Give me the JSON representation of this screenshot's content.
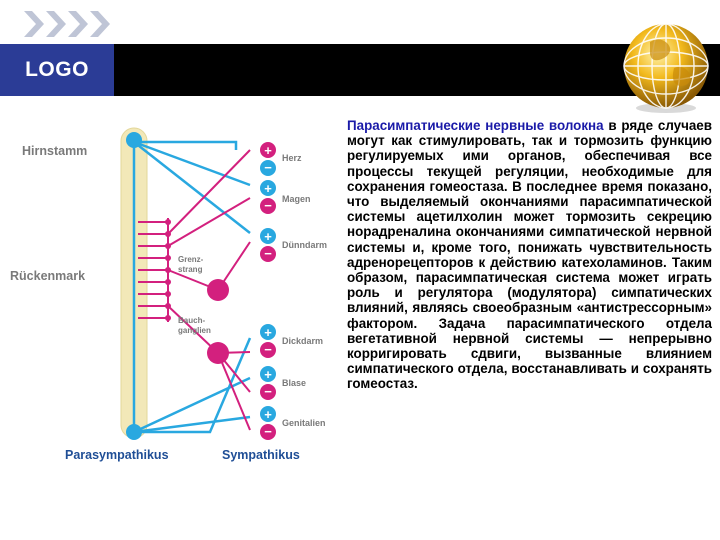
{
  "header": {
    "logo_text": "LOGO",
    "bar_color": "#000000",
    "logo_bg_color": "#2b3c96"
  },
  "decor": {
    "chevron_icon": "chevron-right-icon",
    "globe_icon": "globe-icon"
  },
  "diagram": {
    "labels": {
      "hirnstamm": "Hirnstamm",
      "rueckenmark": "Rückenmark",
      "grenzstrang_1": "Grenz-",
      "grenzstrang_2": "strang",
      "bauchganglien_1": "Bauch-",
      "bauchganglien_2": "ganglien",
      "parasympathikus": "Parasympathikus",
      "sympathikus": "Sympathikus"
    },
    "organs": [
      "Herz",
      "Magen",
      "Dünndarm",
      "Dickdarm",
      "Blase",
      "Genitalien"
    ],
    "colors": {
      "parasympathetic": "#29a8e0",
      "sympathetic": "#d3207e",
      "spine": "#f2e8b8",
      "label": "#7a7a7a",
      "caption": "#1f4e96"
    }
  },
  "content": {
    "highlight": "Парасимпатические нервные волокна",
    "text": " в ряде случаев могут как стимулировать, так и тормозить функцию регулируемых ими органов, обеспечивая все процессы текущей регуляции, необходимые для сохранения гомеостаза. В последнее время показано, что выделяемый окончаниями парасимпатической системы ацетилхолин может тормозить секрецию норадреналина окончаниями симпатической нервной системы и, кроме того, понижать чувствительность адренорецепторов к действию катехоламинов. Таким образом, парасимпатическая система может играть роль и регулятора (модулятора) симпатических влияний, являясь своеобразным «антистрессорным» фактором. Задача парасимпатического отдела вегетативной нервной системы — непрерывно корригировать сдвиги, вызванные влиянием симпатического отдела, восстанавливать и сохранять гомеостаз."
  }
}
